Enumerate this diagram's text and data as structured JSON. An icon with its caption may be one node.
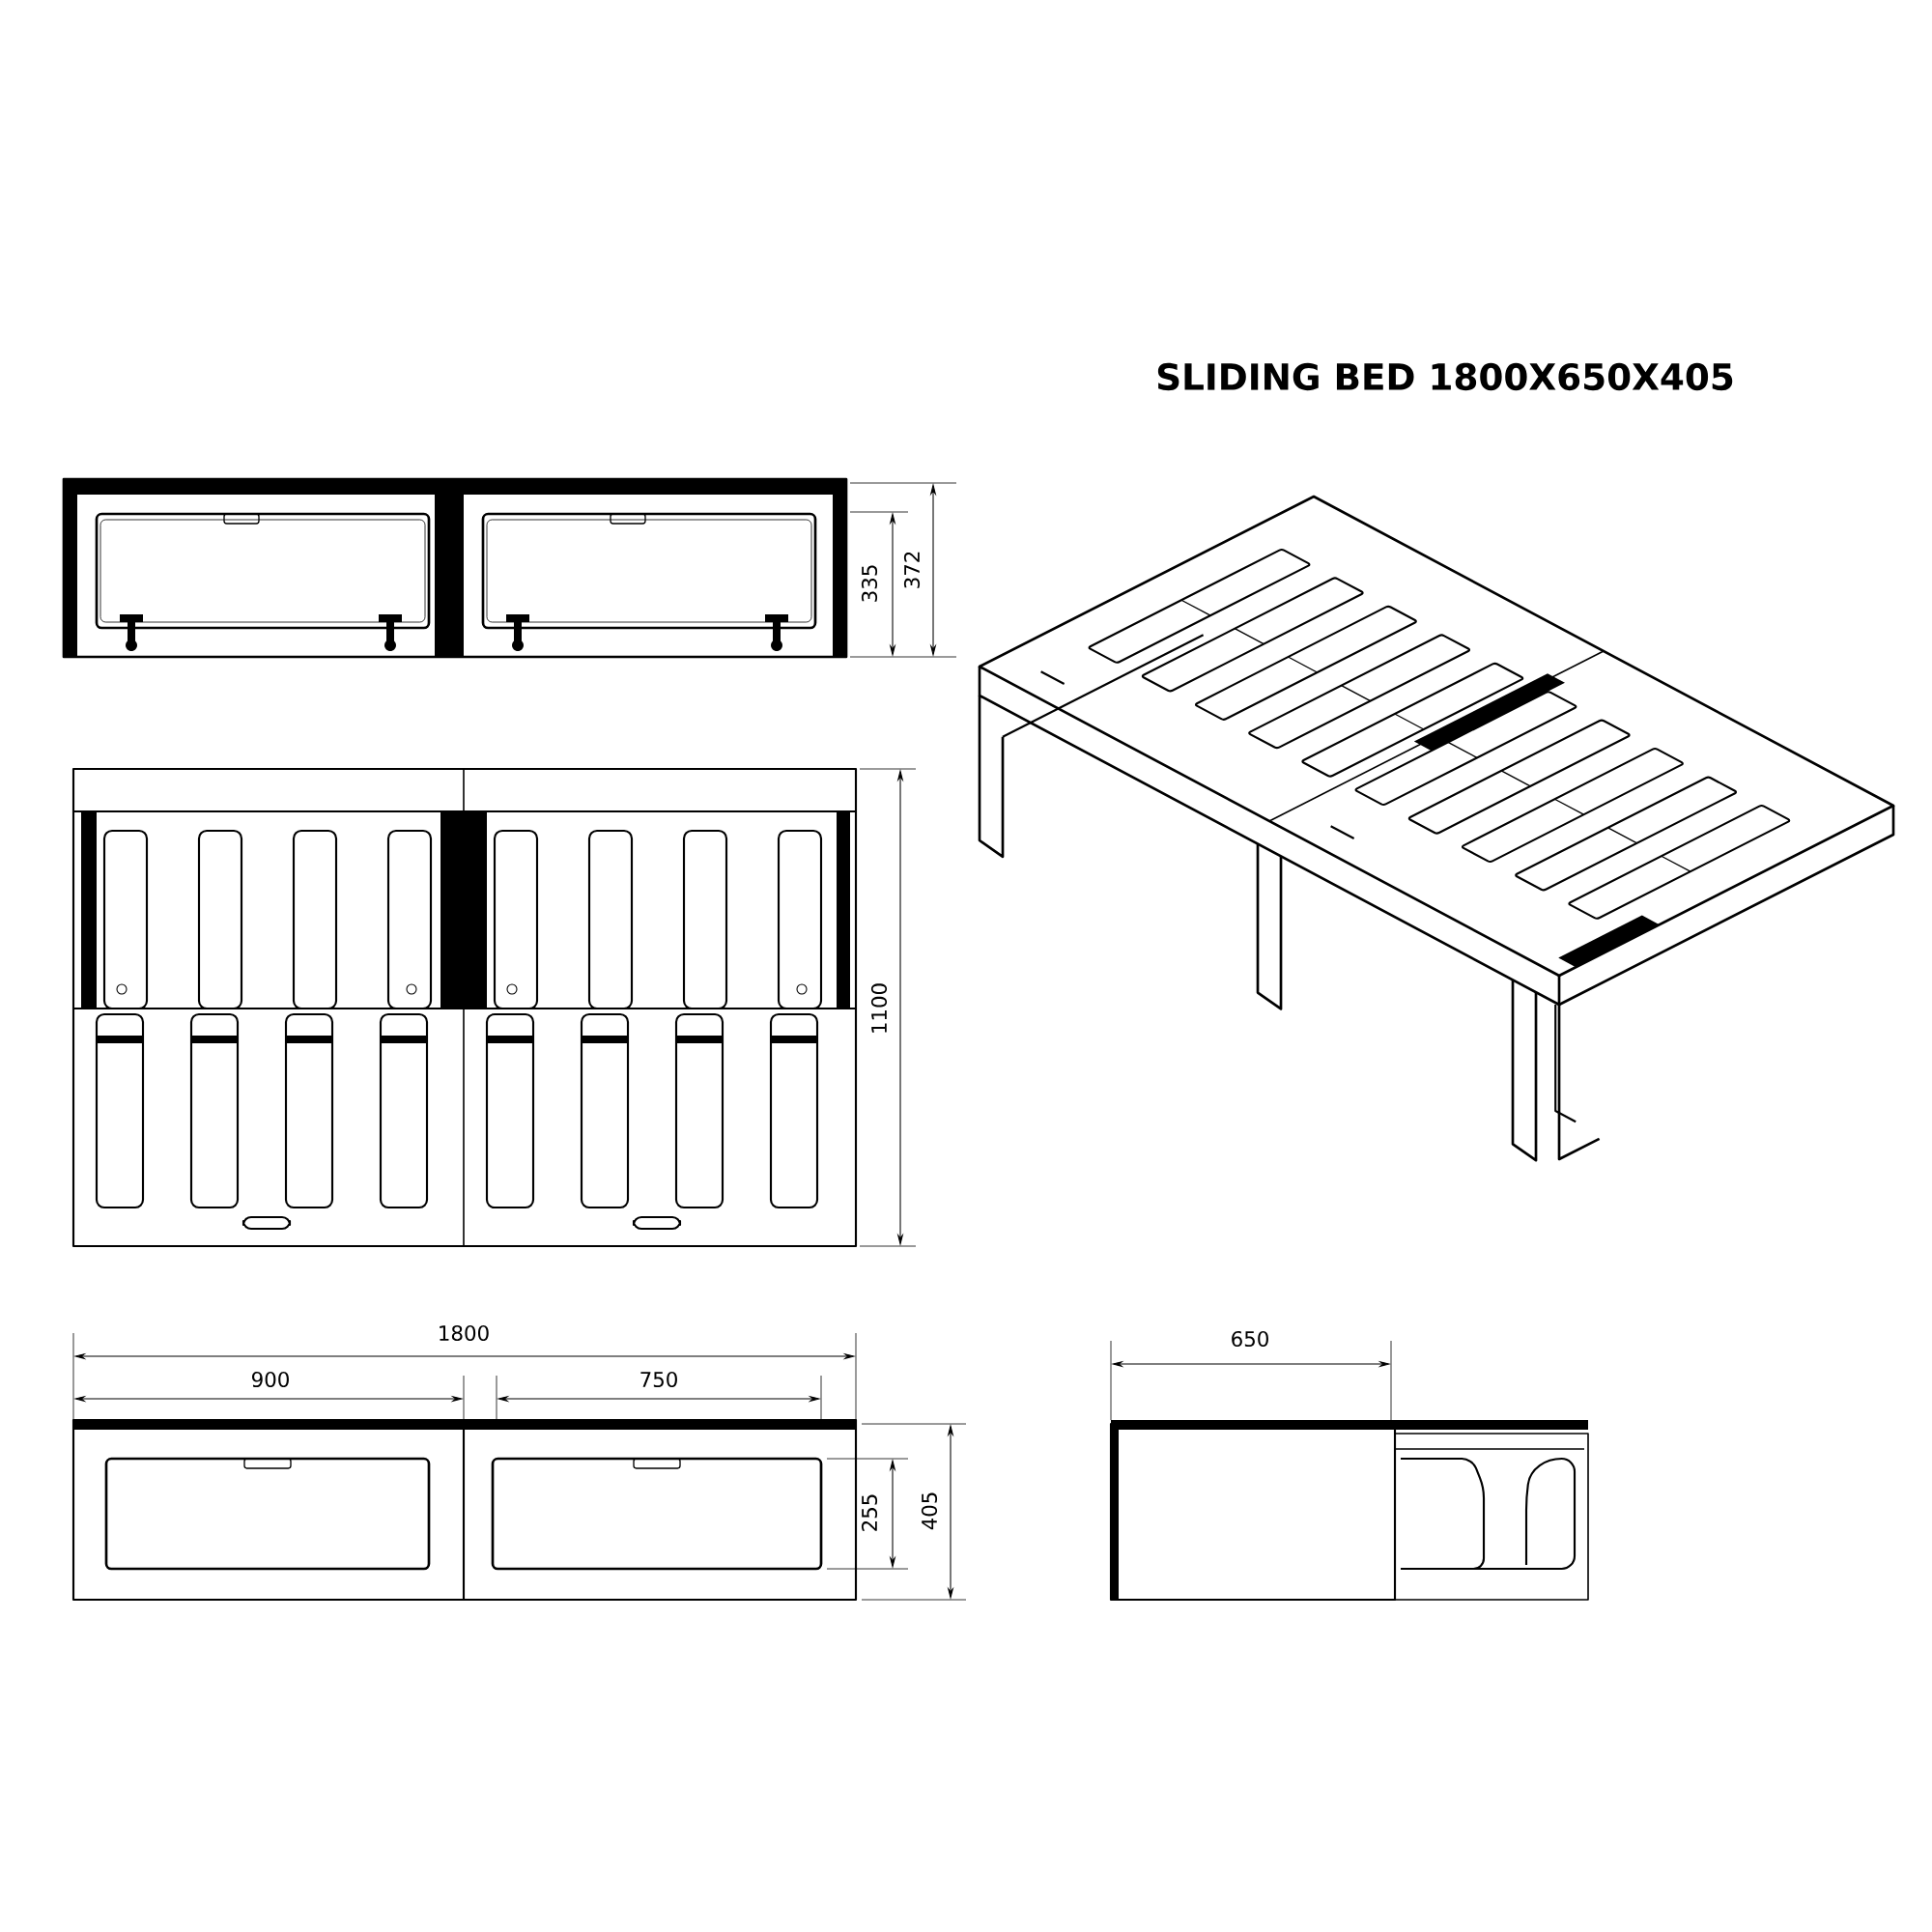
{
  "diagram": {
    "title": "SLIDING BED 1800X650X405",
    "labels": [
      "335",
      "372",
      "1100",
      "1800",
      "900",
      "750",
      "255",
      "405",
      "650"
    ]
  }
}
